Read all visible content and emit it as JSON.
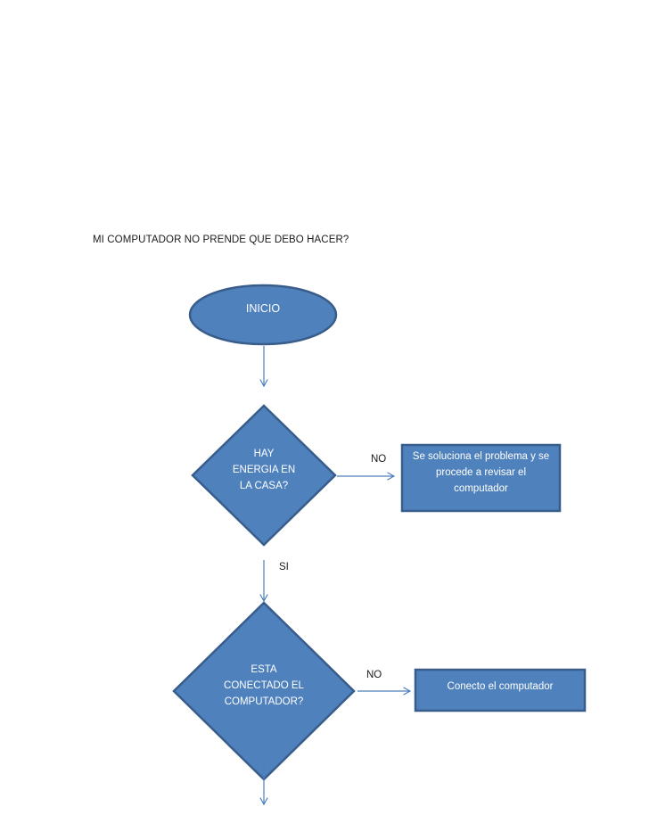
{
  "title": "MI COMPUTADOR NO PRENDE QUE DEBO HACER?",
  "colors": {
    "fill": "#4f81bd",
    "border": "#385d8a",
    "arrow": "#4a7ebb"
  },
  "nodes": {
    "start": {
      "text": "INICIO"
    },
    "decision_power": {
      "lines": [
        "HAY",
        "ENERGIA EN",
        "LA CASA?"
      ]
    },
    "action_power": {
      "lines": [
        "Se soluciona el problema y se",
        "procede a revisar el",
        "computador"
      ]
    },
    "decision_plugged": {
      "lines": [
        "ESTA",
        "CONECTADO EL",
        "COMPUTADOR?"
      ]
    },
    "action_plugged": {
      "text": "Conecto el computador"
    }
  },
  "edges": {
    "power_no": "NO",
    "power_si": "SI",
    "plugged_no": "NO"
  }
}
